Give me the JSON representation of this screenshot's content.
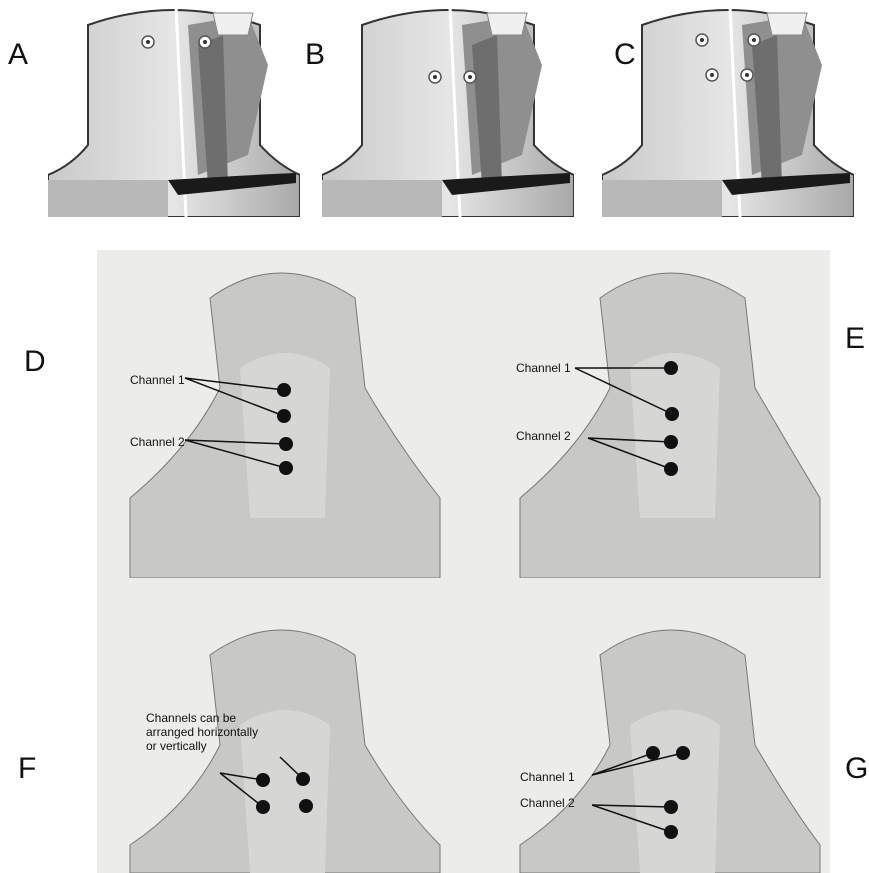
{
  "panels": {
    "top": [
      {
        "letter": "A"
      },
      {
        "letter": "B"
      },
      {
        "letter": "C"
      }
    ],
    "bottom": [
      {
        "letter": "D",
        "labels": [
          "Channel 1",
          "Channel 2"
        ]
      },
      {
        "letter": "E",
        "labels": [
          "Channel 1",
          "Channel 2"
        ]
      },
      {
        "letter": "F",
        "labels": [
          "Channels can be",
          "arranged horizontally",
          "or vertically"
        ]
      },
      {
        "letter": "G",
        "labels": [
          "Channel 1",
          "Channel 2"
        ]
      }
    ]
  },
  "colors": {
    "electrode": "#111111",
    "skin_light": "#d9d9d9",
    "muscle": "#9a9a9a"
  }
}
